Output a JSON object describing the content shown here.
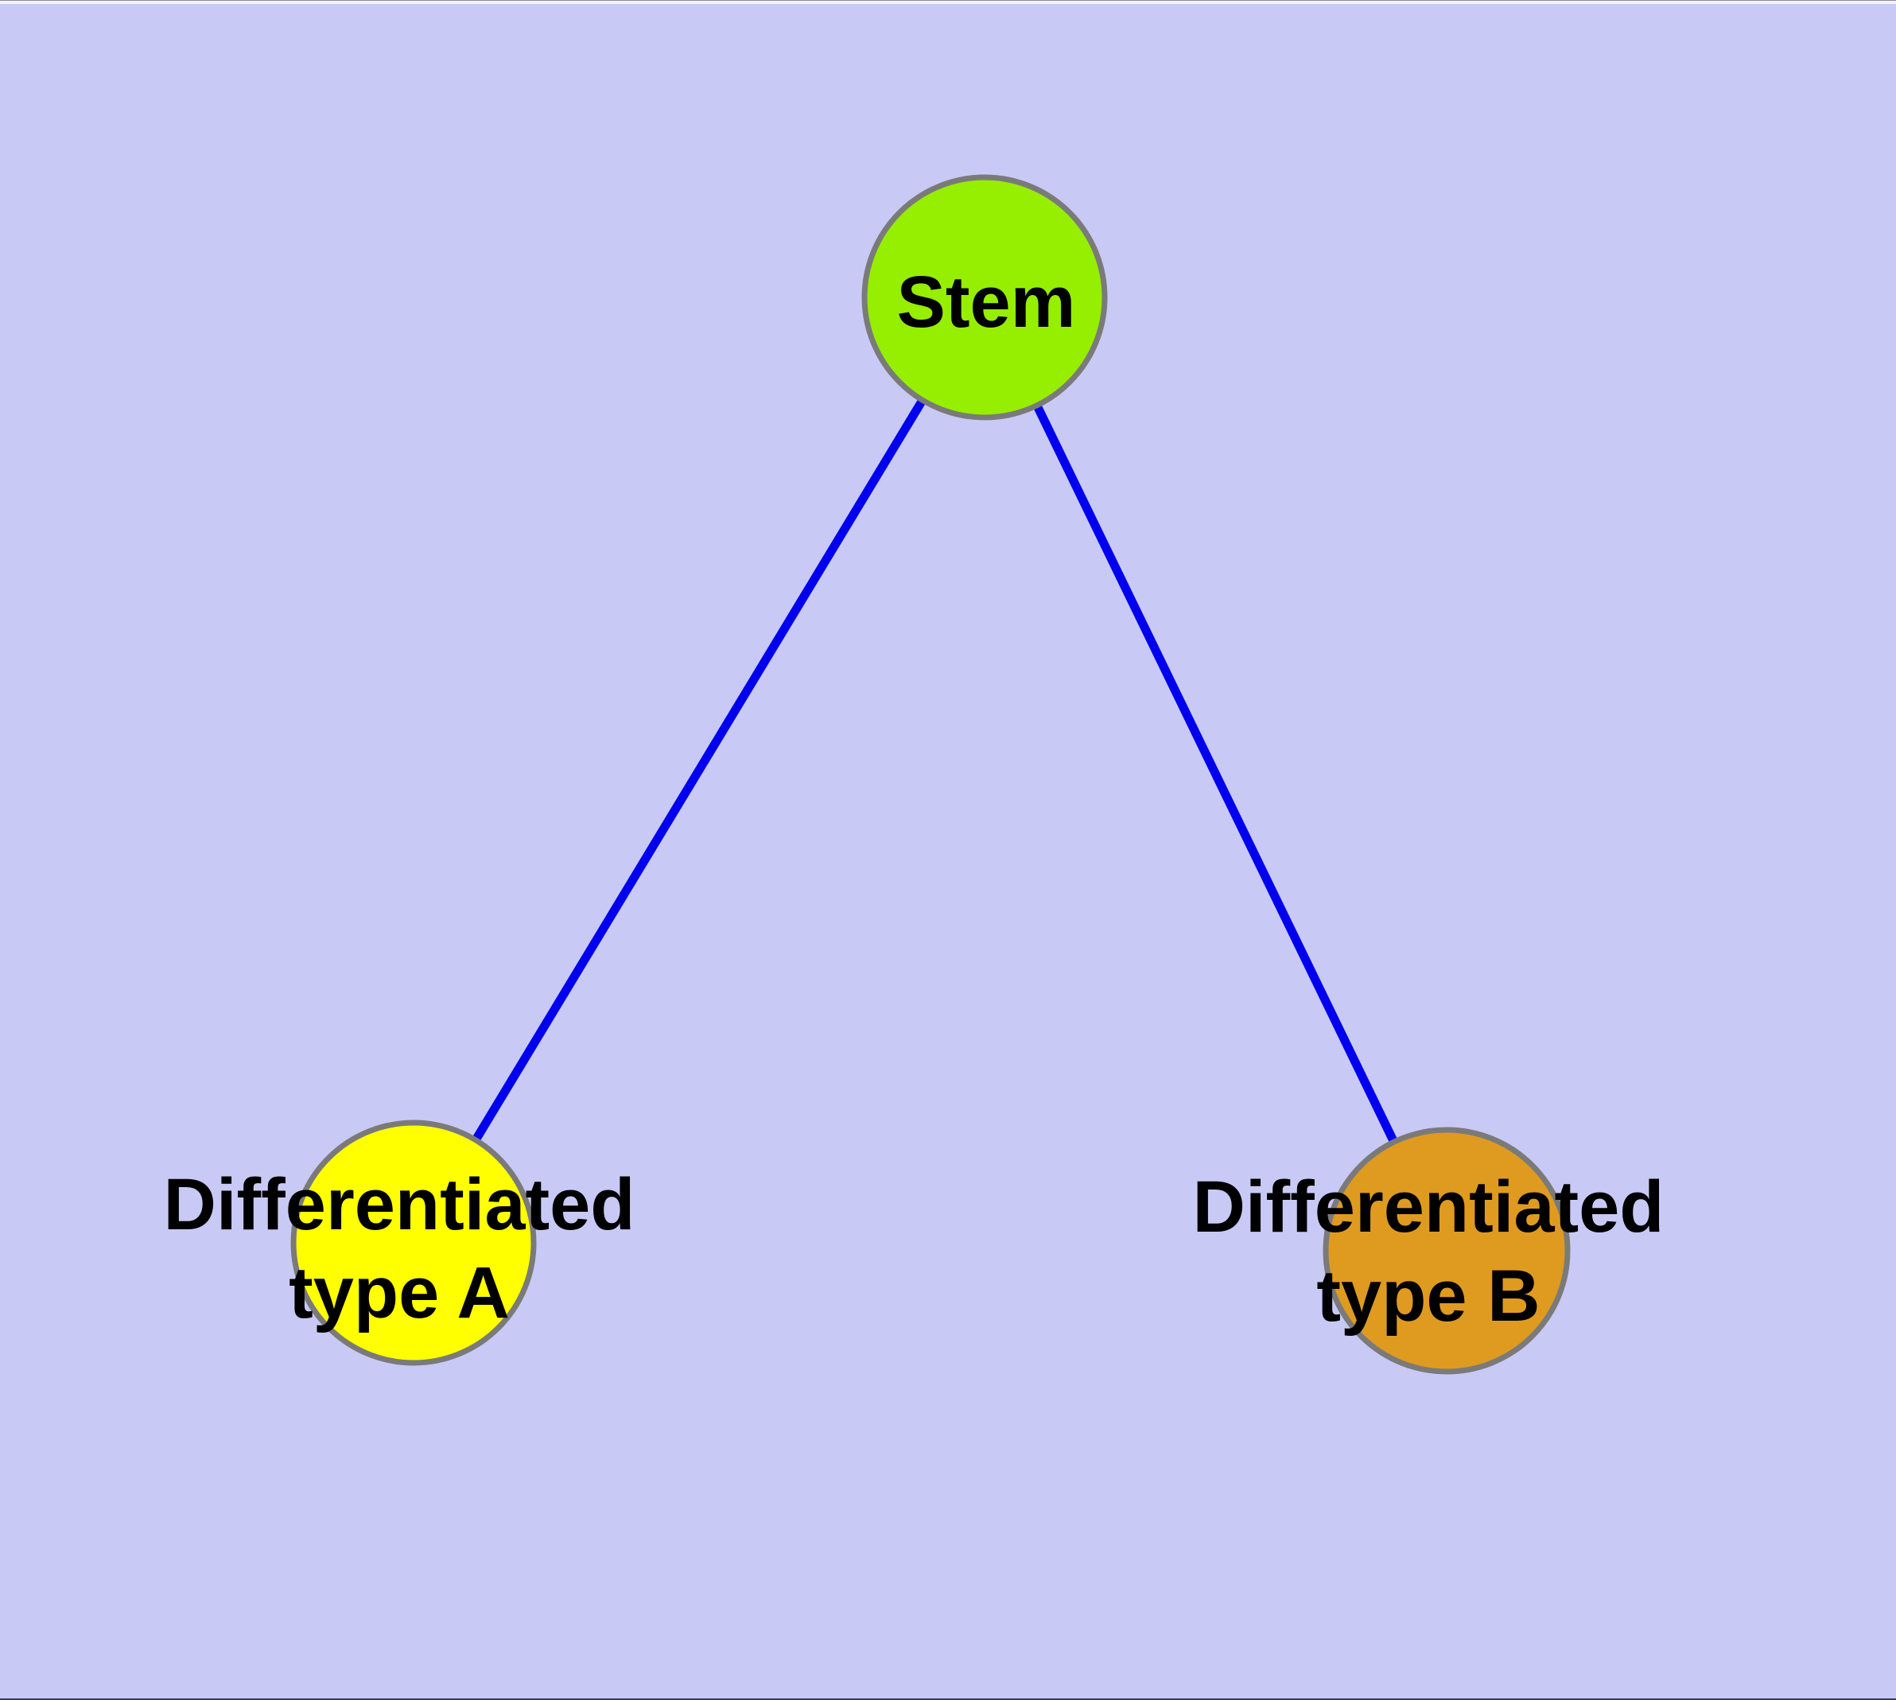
{
  "diagram": {
    "type": "node-link-graph",
    "background_color": "#c9c9f5",
    "top_strip_color": "#f3f3fb",
    "window_edge_color": "#8a8aa0",
    "bottom_edge_color": "#3c3c50",
    "edge_color": "#0000ee",
    "node_border_color": "#7a7a7a",
    "label_color": "#000000",
    "nodes": {
      "stem": {
        "label": "Stem",
        "fill": "#96ee00"
      },
      "type_a": {
        "label_line1": "Differentiated",
        "label_line2": "type A",
        "fill": "#ffff00"
      },
      "type_b": {
        "label_line1": "Differentiated",
        "label_line2": "type B",
        "fill": "#df9b20"
      }
    },
    "edges": [
      {
        "from": "Stem",
        "to": "Differentiated type A"
      },
      {
        "from": "Stem",
        "to": "Differentiated type B"
      }
    ]
  }
}
